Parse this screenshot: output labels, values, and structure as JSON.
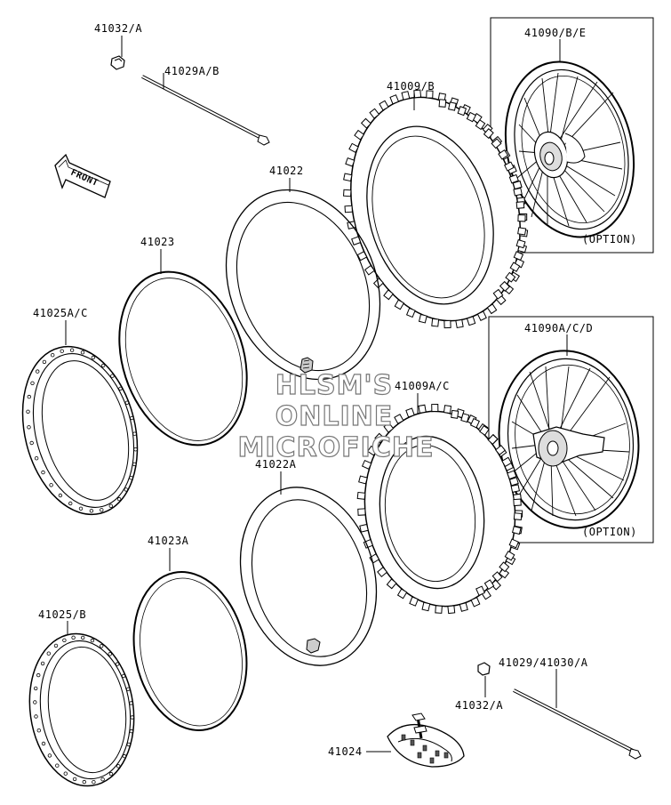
{
  "labels": {
    "axle_nut_top": "41032/A",
    "axle_top": "41029A/B",
    "front_arrow": "FRONT",
    "wheel_option_top": "41090/B/E",
    "option_top": "(OPTION)",
    "tire_front": "41009/B",
    "tube_front": "41022",
    "rim_band_front": "41023",
    "rim_front": "41025A/C",
    "wheel_option_bottom": "41090A/C/D",
    "tire_rear": "41009A/C",
    "option_bottom": "(OPTION)",
    "tube_rear": "41022A",
    "rim_band_rear": "41023A",
    "rim_rear": "41025/B",
    "axle_bottom": "41029/41030/A",
    "axle_nut_bottom": "41032/A",
    "rim_lock": "41024"
  },
  "watermark": {
    "line1": "HLSM'S",
    "line2": "ONLINE",
    "line3": "MICROFICHE"
  }
}
